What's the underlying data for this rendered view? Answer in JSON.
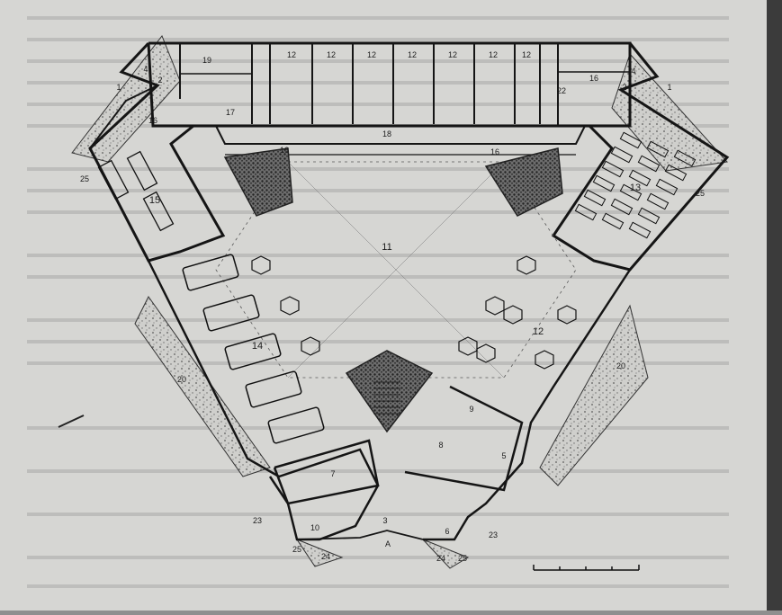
{
  "plan": {
    "room_labels": [
      {
        "id": "r1-left",
        "text": "1"
      },
      {
        "id": "r1-right",
        "text": "1"
      },
      {
        "id": "r2-left",
        "text": "2"
      },
      {
        "id": "r2-right",
        "text": "2"
      },
      {
        "id": "r3-entry",
        "text": "3"
      },
      {
        "id": "r4-left",
        "text": "4"
      },
      {
        "id": "r4-right",
        "text": "4"
      },
      {
        "id": "r5",
        "text": "5"
      },
      {
        "id": "r6",
        "text": "6"
      },
      {
        "id": "r7",
        "text": "7"
      },
      {
        "id": "r8",
        "text": "8"
      },
      {
        "id": "r9",
        "text": "9"
      },
      {
        "id": "r10",
        "text": "10"
      },
      {
        "id": "r11-hall",
        "text": "11"
      },
      {
        "id": "r12",
        "text": "12"
      },
      {
        "id": "r13",
        "text": "13"
      },
      {
        "id": "r14",
        "text": "14"
      },
      {
        "id": "r15",
        "text": "15"
      },
      {
        "id": "r16-a",
        "text": "16"
      },
      {
        "id": "r16-b",
        "text": "16"
      },
      {
        "id": "r16-c",
        "text": "16"
      },
      {
        "id": "r16-d",
        "text": "16"
      },
      {
        "id": "r17",
        "text": "17"
      },
      {
        "id": "r18",
        "text": "18"
      },
      {
        "id": "r19",
        "text": "19"
      },
      {
        "id": "r20-left",
        "text": "20"
      },
      {
        "id": "r20-right",
        "text": "20"
      },
      {
        "id": "r22",
        "text": "22"
      },
      {
        "id": "r23-left",
        "text": "23"
      },
      {
        "id": "r23-right",
        "text": "23"
      },
      {
        "id": "r24-left",
        "text": "24"
      },
      {
        "id": "r24-right",
        "text": "24"
      },
      {
        "id": "r25-left",
        "text": "25"
      },
      {
        "id": "r25-right",
        "text": "25"
      },
      {
        "id": "r25-bl",
        "text": "25"
      },
      {
        "id": "r25-br",
        "text": "25"
      },
      {
        "id": "entry-arrow",
        "text": "A"
      },
      {
        "id": "cell-a",
        "text": "12"
      },
      {
        "id": "cell-b",
        "text": "12"
      },
      {
        "id": "cell-c",
        "text": "12"
      },
      {
        "id": "cell-d",
        "text": "12"
      },
      {
        "id": "cell-e",
        "text": "12"
      },
      {
        "id": "cell-f",
        "text": "12"
      },
      {
        "id": "cell-g",
        "text": "12"
      }
    ],
    "colors": {
      "background": "#8f8f8f",
      "paper": "#d9d9d6",
      "wall": "#151515",
      "hatch": "#4a4a4a"
    }
  }
}
